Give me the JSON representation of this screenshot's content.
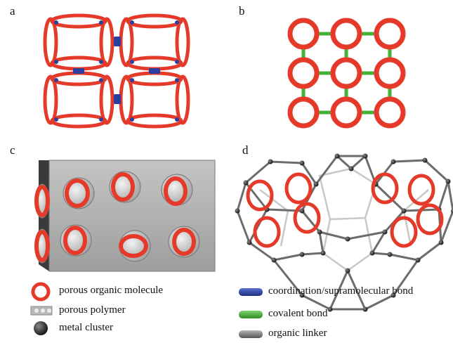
{
  "figure": {
    "panels": {
      "a": "a",
      "b": "b",
      "c": "c",
      "d": "d"
    },
    "legend": {
      "porous_organic_molecule": "porous organic molecule",
      "porous_polymer": "porous polymer",
      "metal_cluster": "metal cluster",
      "coordination_bond": "coordination/supramolecular bond",
      "covalent_bond": "covalent bond",
      "organic_linker": "organic linker"
    },
    "colors": {
      "ring": "#e53a2a",
      "coordination": "#2b3f9e",
      "covalent": "#45b03a",
      "linker": "#7f7f7f",
      "block": "#a9a9a9",
      "node": "#2a2a2a"
    }
  }
}
